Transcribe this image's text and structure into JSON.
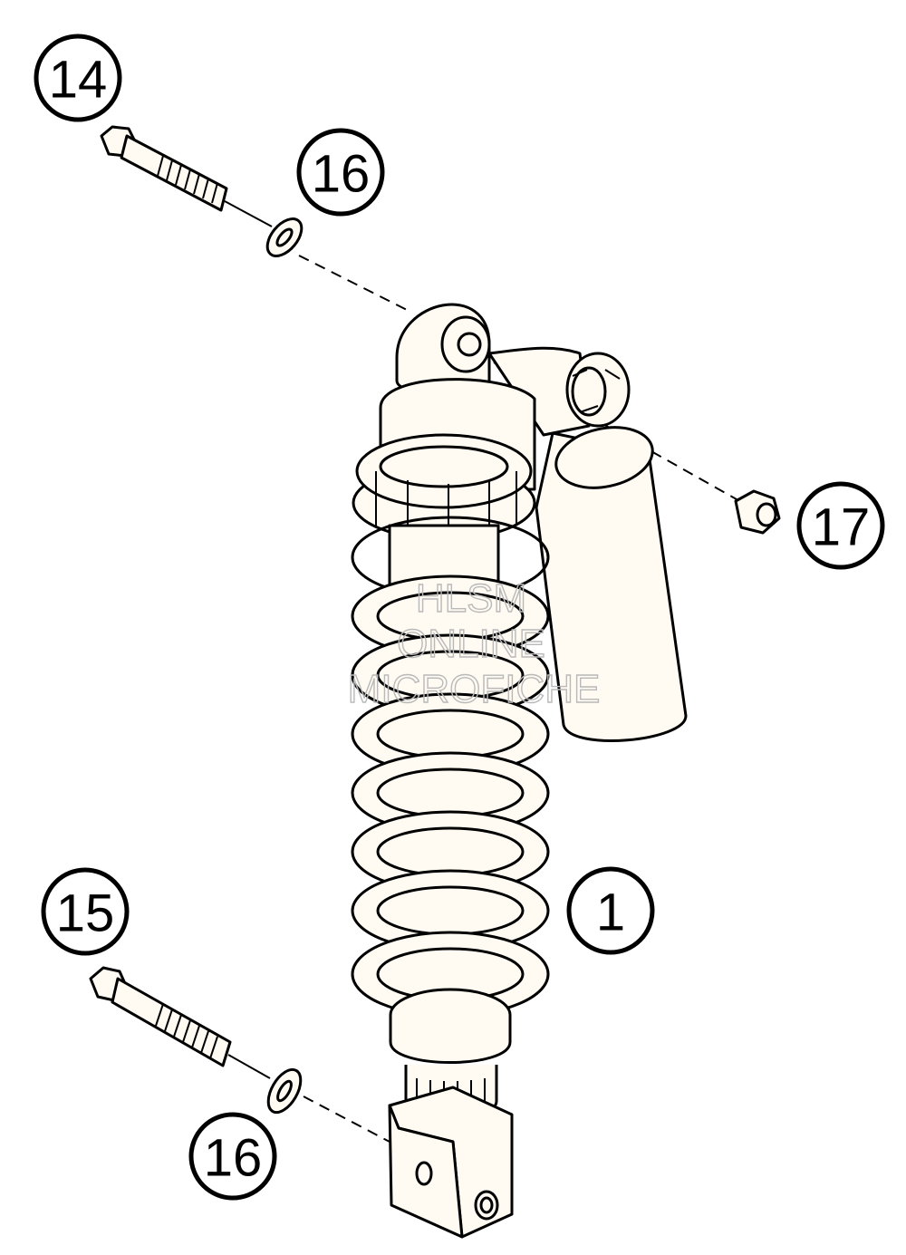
{
  "callouts": {
    "c14": "14",
    "c16a": "16",
    "c17": "17",
    "c1": "1",
    "c15": "15",
    "c16b": "16"
  },
  "watermark": {
    "line1": "HLSM",
    "line2": "ONLINE",
    "line3": "MICROFICHE"
  },
  "colors": {
    "part_fill": "#fffbf2",
    "line": "#000000",
    "watermark": "#b9b9b9"
  }
}
